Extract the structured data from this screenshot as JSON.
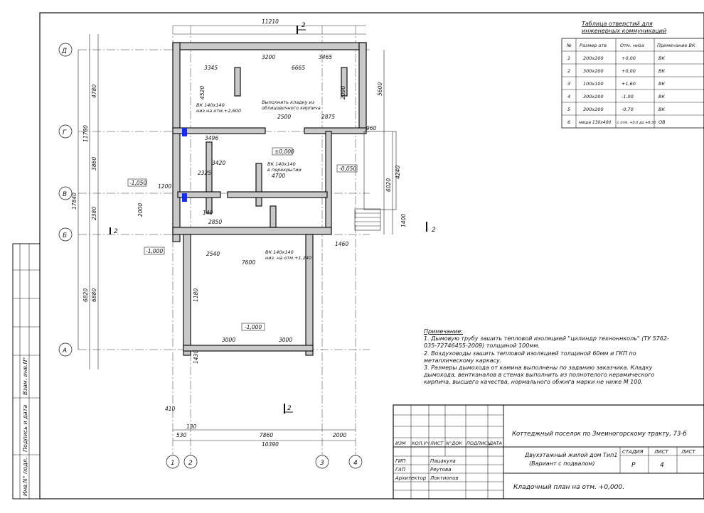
{
  "sheet": {
    "axes_letters": [
      "Д",
      "Г",
      "В",
      "Б",
      "А"
    ],
    "axes_numbers": [
      "1",
      "2",
      "3",
      "4"
    ],
    "section_mark": "2"
  },
  "openings_table": {
    "title_line1": "Таблица отверстий для",
    "title_line2": "инженерных коммуникаций",
    "headers": [
      "№",
      "Размер отв",
      "Отм. низа",
      "Примечание ВК"
    ],
    "rows": [
      [
        "1",
        "200x200",
        "+0,00",
        "ВК"
      ],
      [
        "2",
        "300x200",
        "+0,00",
        "ВК"
      ],
      [
        "3",
        "100x100",
        "+1,60",
        "ВК"
      ],
      [
        "4",
        "300x200",
        "-1,00",
        "ВК"
      ],
      [
        "5",
        "300x200",
        "-0,70",
        "ВК"
      ],
      [
        "6",
        "ниша 130x400",
        "с отм. +0,0 до +6,30",
        "ОВ"
      ]
    ]
  },
  "notes": {
    "title": "Примечание:",
    "items": [
      "1. Дымовую трубу зашить тепловой изоляцией \"цилиндр техноннколь\" (ТУ 5762-035-72746455-2009) толщиной 100мм.",
      "2. Воздуховоды зашить тепловой изоляцией толщиной 60мм и ГКП по металлическому каркасу.",
      "3. Размеры дымохода от камина выполнены по заданию заказчика. Кладку дымохода, вентканалов в стенах выполнить из полнотелого керамического кирпича, высшего качества, нормального обжига марки не ниже М 100."
    ]
  },
  "plan_labels": {
    "level_zero": "±0,000",
    "level_main": "-1,000",
    "level_left_top": "-1,050",
    "level_left_bottom": "-1,000",
    "level_right": "-0,050",
    "note_brick": "Выполнить кладку из",
    "note_brick2": "облицовочного кирпича",
    "vk1": "ВК 140х140",
    "vk1b": "низ на отм.+2,600",
    "vk2": "ВК 140х140",
    "vk2b": "в перекрытии",
    "vk3": "ВК 140х140",
    "vk3b": "низ. на отм.+1,240"
  },
  "dims": {
    "top_total": "11210",
    "bottom_total": "10390",
    "bottom_7860": "7860",
    "bottom_530": "530",
    "bottom_2000": "2000",
    "left_17840": "17840",
    "left_11780": "11780",
    "left_4780": "4780",
    "left_3860": "3860",
    "left_2380": "2380",
    "left_6820": "6820",
    "left_6880": "6880",
    "r_5600": "5600",
    "r_6020": "6020",
    "r_4240": "4240",
    "d_3200": "3200",
    "d_3465": "3465",
    "d_6665": "6665",
    "d_3345": "3345",
    "d_2500": "2500",
    "d_2875": "2875",
    "d_3496": "3496",
    "d_3420": "3420",
    "d_4700": "4700",
    "d_7600": "7600",
    "d_2540": "2540",
    "d_3000a": "3000",
    "d_3000b": "3000",
    "d_2850": "2850",
    "d_2325": "2325",
    "d_960": "960",
    "d_1460": "1460",
    "d_130": "130",
    "d_410": "410",
    "d_140": "140",
    "d_1180": "1180",
    "d_1430": "1430",
    "d_1200": "1200",
    "d_2000": "2000",
    "d_1400": "1400",
    "d_4520": "4520",
    "d_2090": "2090"
  },
  "side_stamp": [
    "Взам. инв.N°",
    "Подпись и дата",
    "Инв.N° подл."
  ],
  "title_block": {
    "project": "Коттеджный поселок по Змеиногорскому тракту, 73-б",
    "col_headers": [
      "ИЗМ",
      "КОЛ.УЧ",
      "ЛИСТ",
      "N°ДОК",
      "ПОДПИСЬ",
      "ДАТА"
    ],
    "building_line1": "Двухэтажный жилой дом Тип1",
    "building_line2": "(Вариант с подвалом)",
    "sheet_title": "Кладочный план на отм. +0,000.",
    "stage_label": "СТАДИЯ",
    "sheet_label": "ЛИСТ",
    "sheets_label": "ЛИСТ",
    "stage": "Р",
    "sheet_no": "4",
    "roles": [
      {
        "role": "ГИП",
        "name": "Пацакула"
      },
      {
        "role": "ГАП",
        "name": "Реутова"
      },
      {
        "role": "Архитектор",
        "name": "Локтионов"
      }
    ]
  }
}
